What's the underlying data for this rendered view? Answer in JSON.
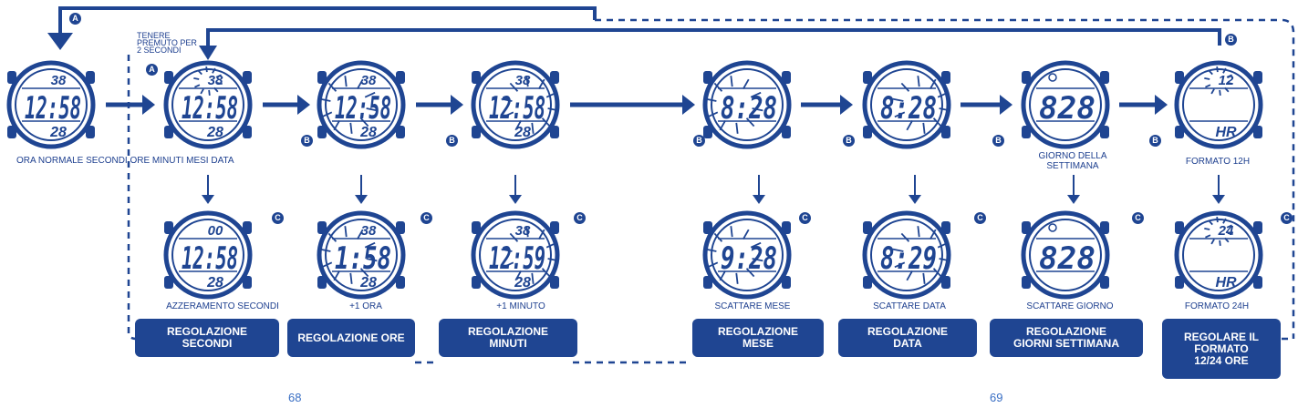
{
  "colors": {
    "primary": "#1f4592",
    "text": "#1d3f8f",
    "page_number": "#3a6fc4"
  },
  "button_tags": {
    "a": "A",
    "b": "B",
    "c": "C"
  },
  "hold_note": [
    "TENERE",
    "PREMUTO PER",
    "2 SECONDI"
  ],
  "watches": [
    {
      "id": "w0",
      "top": "38",
      "main": "12:58",
      "bottom": "28",
      "blink": false
    },
    {
      "id": "w1",
      "top": "38",
      "main": "12:58",
      "bottom": "28",
      "blink": true,
      "blink_part": "top"
    },
    {
      "id": "w2",
      "top": "38",
      "main": "12:58",
      "bottom": "28",
      "blink": true,
      "blink_part": "hour"
    },
    {
      "id": "w3",
      "top": "38",
      "main": "12:58",
      "bottom": "28",
      "blink": true,
      "blink_part": "minute"
    },
    {
      "id": "w4",
      "top": "",
      "main": "8:28",
      "bottom": "",
      "blink": true,
      "blink_part": "month"
    },
    {
      "id": "w5",
      "top": "",
      "main": "8:28",
      "bottom": "",
      "blink": true,
      "blink_part": "date"
    },
    {
      "id": "w6",
      "top": "",
      "main": "828",
      "bottom": "",
      "blink": false,
      "day_icon": true
    },
    {
      "id": "w7",
      "top": "12",
      "main": "",
      "bottom": "HR",
      "blink": true,
      "blink_part": "top"
    },
    {
      "id": "w8",
      "top": "00",
      "main": "12:58",
      "bottom": "28",
      "blink": false
    },
    {
      "id": "w9",
      "top": "38",
      "main": "1:58",
      "bottom": "28",
      "blink": true,
      "blink_part": "hour"
    },
    {
      "id": "w10",
      "top": "38",
      "main": "12:59",
      "bottom": "28",
      "blink": true,
      "blink_part": "minute"
    },
    {
      "id": "w11",
      "top": "",
      "main": "9:28",
      "bottom": "",
      "blink": true,
      "blink_part": "month"
    },
    {
      "id": "w12",
      "top": "",
      "main": "8:29",
      "bottom": "",
      "blink": true,
      "blink_part": "date"
    },
    {
      "id": "w13",
      "top": "",
      "main": "828",
      "bottom": "",
      "blink": false,
      "day_icon": true
    },
    {
      "id": "w14",
      "top": "24",
      "main": "",
      "bottom": "HR",
      "blink": true,
      "blink_part": "top"
    }
  ],
  "labels": {
    "top_row": "ORA NORMALE SECONDI ORE MINUTI MESI DATA",
    "day_of_week": [
      "GIORNO DELLA",
      "SETTIMANA"
    ],
    "format_12h": "FORMATO 12H",
    "reset_seconds": "AZZERAMENTO SECONDI",
    "plus_hour": "+1 ORA",
    "plus_minute": "+1 MINUTO",
    "step_month": "SCATTARE MESE",
    "step_date": "SCATTARE DATA",
    "step_day": "SCATTARE GIORNO",
    "format_24h": "FORMATO 24H"
  },
  "boxes": [
    {
      "id": "seconds",
      "lines": [
        "REGOLAZIONE",
        "SECONDI"
      ]
    },
    {
      "id": "hours",
      "lines": [
        "REGOLAZIONE ORE"
      ]
    },
    {
      "id": "minutes",
      "lines": [
        "REGOLAZIONE",
        "MINUTI"
      ]
    },
    {
      "id": "month",
      "lines": [
        "REGOLAZIONE",
        "MESE"
      ]
    },
    {
      "id": "date",
      "lines": [
        "REGOLAZIONE",
        "DATA"
      ]
    },
    {
      "id": "weekday",
      "lines": [
        "REGOLAZIONE",
        "GIORNI SETTIMANA"
      ]
    },
    {
      "id": "format",
      "lines": [
        "REGOLARE IL",
        "FORMATO",
        "12/24 ORE"
      ]
    }
  ],
  "page_numbers": {
    "left": "68",
    "right": "69"
  }
}
